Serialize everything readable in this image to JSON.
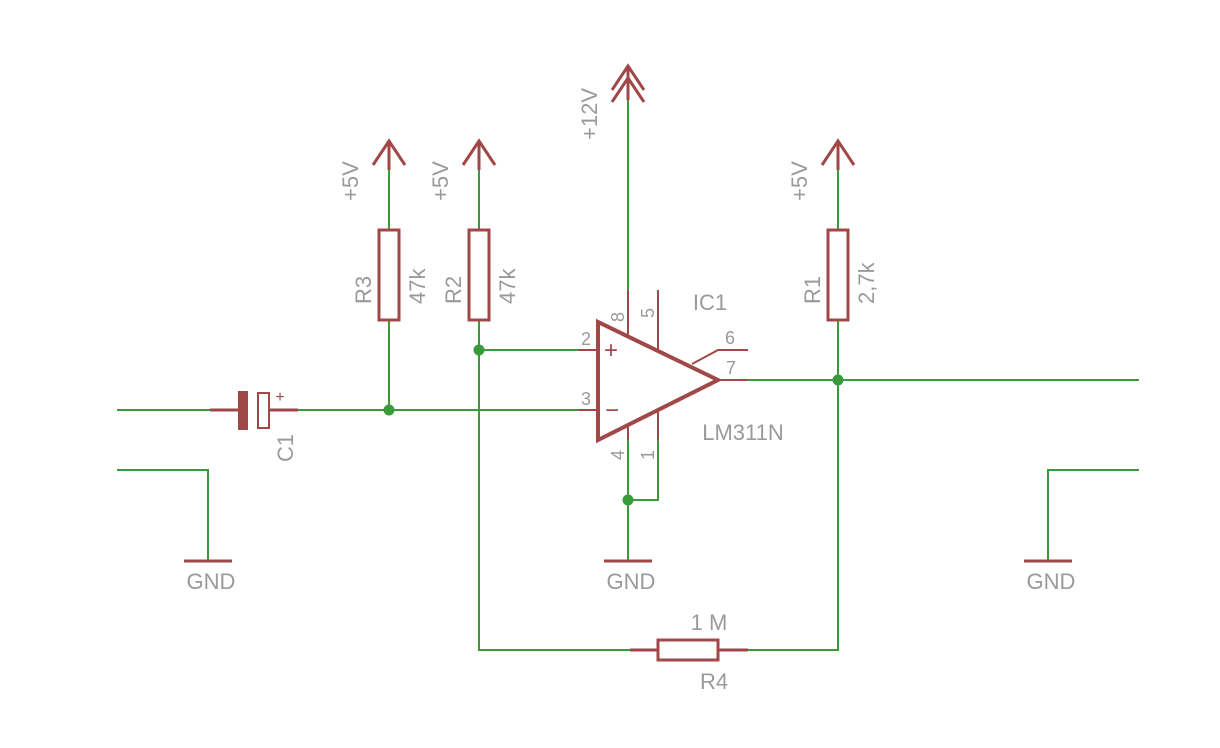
{
  "supplies": {
    "r3_supply": "+5V",
    "r2_supply": "+5V",
    "ic_supply": "+12V",
    "r1_supply": "+5V"
  },
  "grounds": {
    "left": "GND",
    "center": "GND",
    "right": "GND"
  },
  "components": {
    "r3": {
      "name": "R3",
      "value": "47k"
    },
    "r2": {
      "name": "R2",
      "value": "47k"
    },
    "r1": {
      "name": "R1",
      "value": "2,7k"
    },
    "r4": {
      "name": "R4",
      "value": "1 M"
    },
    "c1": {
      "name": "C1",
      "polarity": "+"
    },
    "ic1": {
      "name": "IC1",
      "value": "LM311N"
    }
  },
  "ic_pins": {
    "p8": "8",
    "p5": "5",
    "p2": "2",
    "p3": "3",
    "p6": "6",
    "p7": "7",
    "p4": "4",
    "p1": "1",
    "plus": "+",
    "minus": "−"
  },
  "colors": {
    "wire": "#3a9a3a",
    "component": "#a04848",
    "label": "#9a9a9a"
  }
}
